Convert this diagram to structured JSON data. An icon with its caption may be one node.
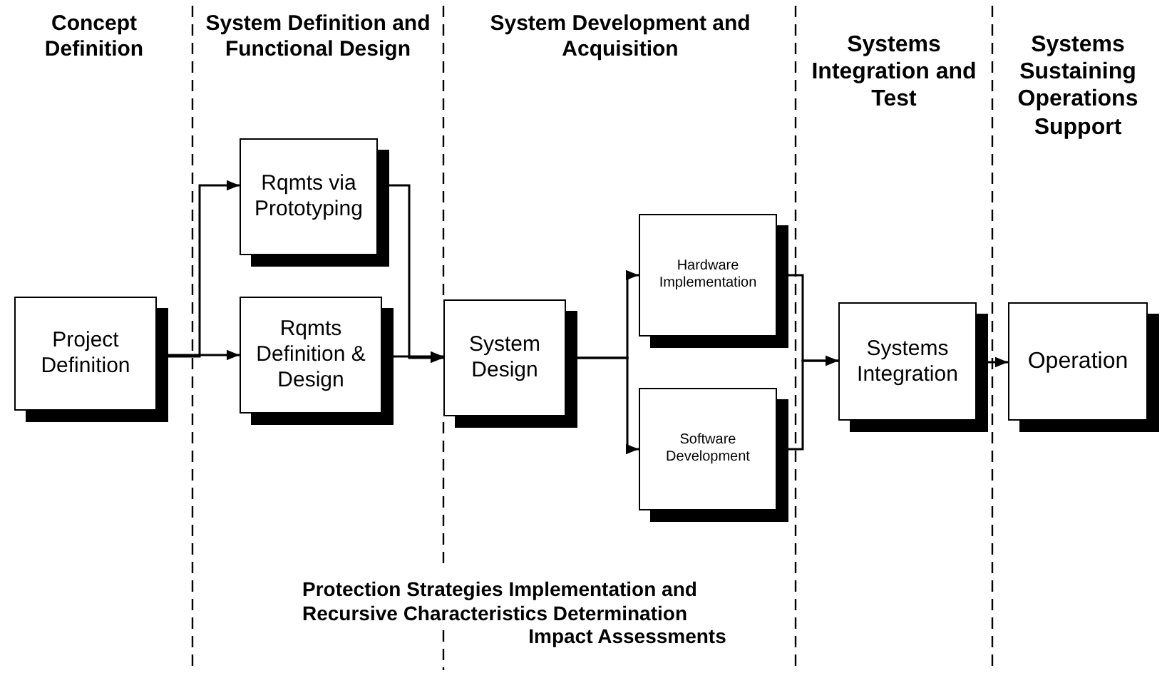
{
  "diagram": {
    "nodes": [
      {
        "text": [
          "Project Definition"
        ]
      },
      {
        "text": [
          "Rqmts via Prototyping"
        ]
      },
      {
        "text": [
          "Rqmts Definition & Design"
        ]
      },
      {
        "text": [
          "System Design"
        ]
      },
      {
        "text": [
          "Hardware Implementation"
        ]
      },
      {
        "text": [
          "Software Development"
        ]
      },
      {
        "text": [
          "Systems Integration"
        ]
      },
      {
        "text": [
          "Operation"
        ]
      }
    ],
    "edges": [
      {
        "from": 0,
        "to": 1,
        "arrow": "to"
      },
      {
        "from": 0,
        "to": 2,
        "arrow": "to"
      },
      {
        "from": 1,
        "to": 3,
        "arrow": "to"
      },
      {
        "from": 2,
        "to": 3,
        "arrow": "to"
      },
      {
        "from": 3,
        "to": 4,
        "arrow": "to"
      },
      {
        "from": 3,
        "to": 5,
        "arrow": "to"
      },
      {
        "from": 4,
        "to": 6,
        "arrow": "to"
      },
      {
        "from": 5,
        "to": 6,
        "arrow": "to"
      },
      {
        "from": 6,
        "to": 7,
        "arrow": "to"
      }
    ],
    "labels": [
      "Concept Definition",
      "System Definition and Functional Design",
      "System Development and Acquisition",
      "Systems Integration and Test",
      "Systems Sustaining Operations Support",
      "Protection Strategies Implementation and Recursive Characteristics Determination",
      "Impact Assessments"
    ]
  }
}
